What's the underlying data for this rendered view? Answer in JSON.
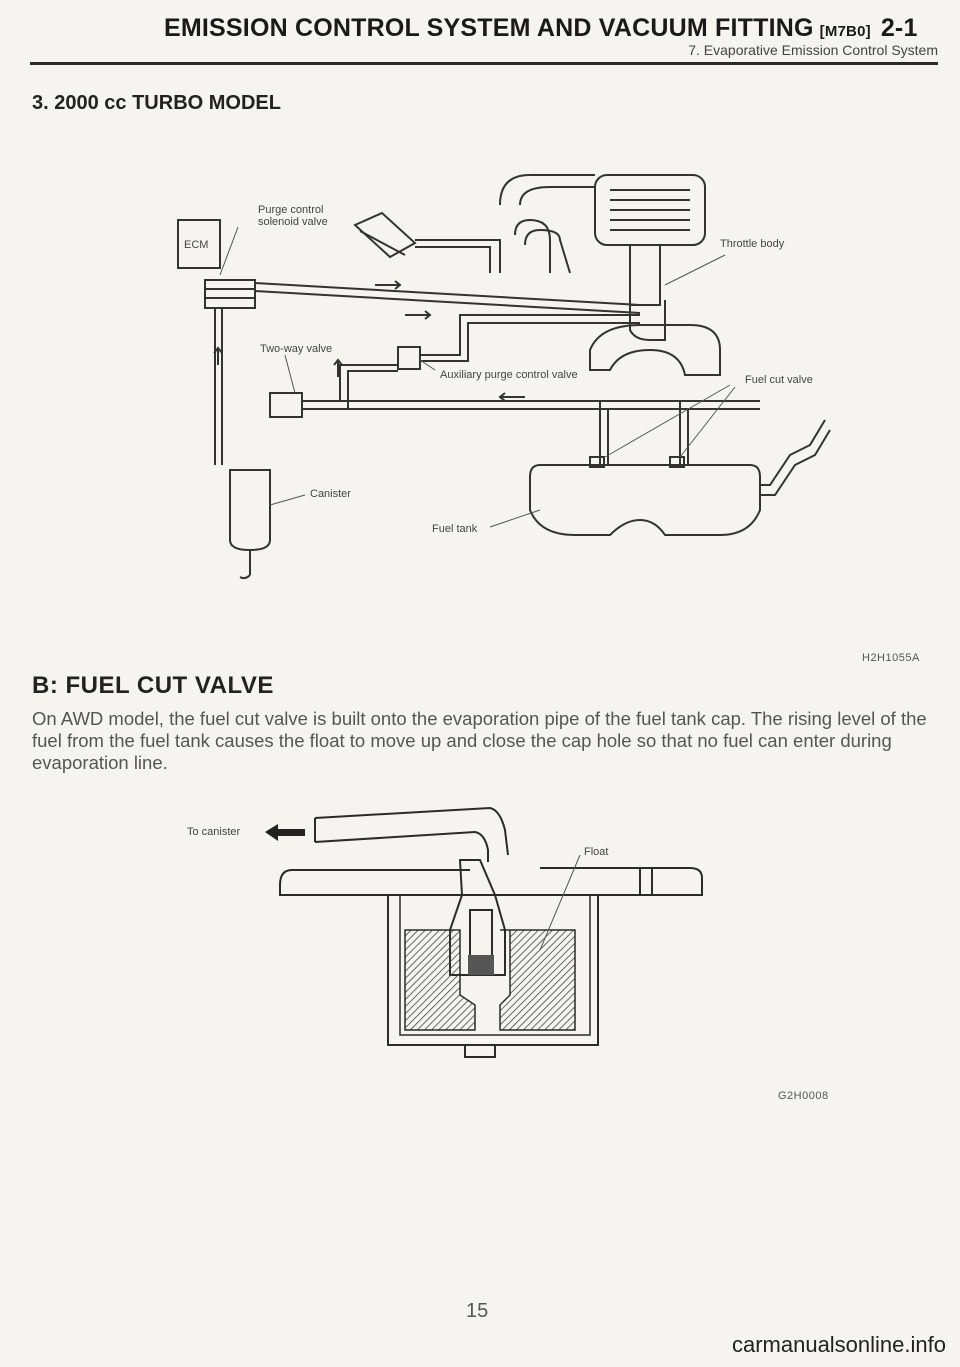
{
  "header": {
    "title": "EMISSION CONTROL SYSTEM AND VACUUM FITTING",
    "code": "[M7B0]",
    "section_number": "2-1",
    "subtitle": "7. Evaporative Emission Control System"
  },
  "section3": {
    "title": "3. 2000 cc TURBO MODEL",
    "labels": {
      "purge_control": "Purge control",
      "solenoid_valve": "solenoid valve",
      "ecm": "ECM",
      "throttle_body": "Throttle body",
      "two_way_valve": "Two-way valve",
      "auxiliary_valve": "Auxiliary purge control valve",
      "fuel_cut_valve": "Fuel cut valve",
      "canister": "Canister",
      "fuel_tank": "Fuel tank"
    },
    "figure_code": "H2H1055A"
  },
  "sectionB": {
    "title": "B: FUEL CUT VALVE",
    "paragraph": "On AWD model, the fuel cut valve is built onto the evaporation pipe of the fuel tank cap. The rising level of the fuel from the fuel tank causes the float to move up and close the cap hole so that no fuel can enter during evaporation line.",
    "labels": {
      "to_canister": "To canister",
      "float": "Float"
    },
    "figure_code": "G2H0008"
  },
  "footer": {
    "page_number": "15",
    "watermark": "carmanualsonline.info"
  }
}
